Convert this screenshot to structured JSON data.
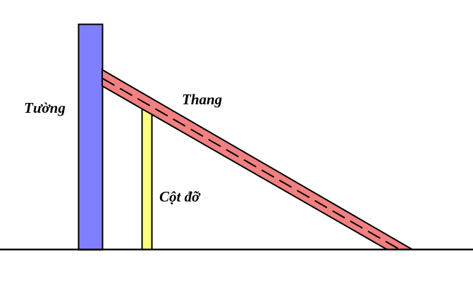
{
  "labels": {
    "wall": "Tường",
    "ladder": "Thang",
    "support": "Cột đỡ"
  },
  "colors": {
    "wall": "#8080ff",
    "ladder": "#f28080",
    "support": "#ffff80",
    "outline": "#000000",
    "background": "#ffffff"
  }
}
